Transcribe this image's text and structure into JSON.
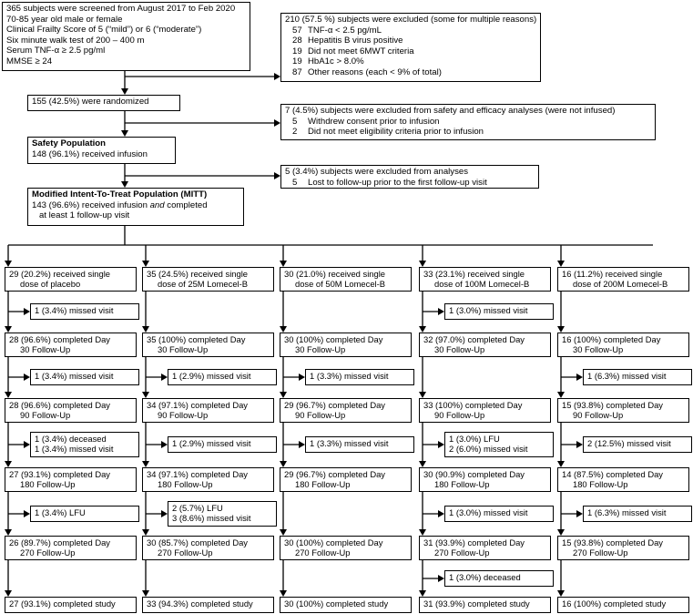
{
  "screening": {
    "lines": [
      "365 subjects were screened from August 2017 to Feb 2020",
      "70-85 year old male or female",
      "Clinical Frailty Score of 5 (“mild”)  or 6 (“moderate”)",
      "Six minute walk test of 200 – 400 m",
      "Serum TNF-α ≥ 2.5 pg/ml",
      "MMSE ≥ 24"
    ]
  },
  "excluded_screen": {
    "title": "210 (57.5 %) subjects were excluded (some for multiple reasons)",
    "items": [
      {
        "n": "57",
        "text": "TNF-α < 2.5 pg/mL"
      },
      {
        "n": "28",
        "text": "Hepatitis B virus positive"
      },
      {
        "n": "19",
        "text": "Did not meet 6MWT criteria"
      },
      {
        "n": "19",
        "text": "HbA1c > 8.0%"
      },
      {
        "n": "87",
        "text": "Other reasons (each < 9% of total)"
      }
    ]
  },
  "randomized": "155 (42.5%) were randomized",
  "excluded_safety": {
    "title": "7 (4.5%) subjects were excluded from safety and efficacy analyses (were not infused)",
    "items": [
      {
        "n": "5",
        "text": "Withdrew consent prior to infusion"
      },
      {
        "n": "2",
        "text": "Did not meet eligibility criteria prior to infusion"
      }
    ]
  },
  "safety": {
    "title": "Safety Population",
    "text": "148 (96.1%) received infusion"
  },
  "excluded_analysis": {
    "title": "5 (3.4%) subjects were excluded from analyses",
    "items": [
      {
        "n": "5",
        "text": "Lost to follow-up prior to the first follow-up visit"
      }
    ]
  },
  "mitt": {
    "title": "Modified Intent-To-Treat Population (MITT)",
    "line1_a": "143 (96.6%) received infusion ",
    "line1_b": "and",
    "line1_c": " completed",
    "line2": "at least 1 follow-up visit"
  },
  "arms": [
    {
      "dose": [
        "29 (20.2%) received single",
        "dose of placebo"
      ],
      "side1": [
        "1 (3.4%) missed visit"
      ],
      "d30": [
        "28 (96.6%) completed Day",
        "30 Follow-Up"
      ],
      "side2": [
        "1 (3.4%) missed visit"
      ],
      "d90": [
        "28 (96.6%) completed Day",
        "90 Follow-Up"
      ],
      "side3": [
        "1 (3.4%) deceased",
        "1 (3.4%) missed visit"
      ],
      "d180": [
        "27 (93.1%) completed Day",
        "180 Follow-Up"
      ],
      "side4": [
        "1 (3.4%) LFU"
      ],
      "d270": [
        "26 (89.7%) completed Day",
        "270 Follow-Up"
      ],
      "side5": [],
      "study": "27 (93.1%) completed study"
    },
    {
      "dose": [
        "35 (24.5%) received single",
        "dose of 25M Lomecel-B"
      ],
      "side1": [],
      "d30": [
        "35 (100%) completed Day",
        "30 Follow-Up"
      ],
      "side2": [
        "1 (2.9%) missed visit"
      ],
      "d90": [
        "34 (97.1%) completed Day",
        "90 Follow-Up"
      ],
      "side3": [
        "1 (2.9%) missed visit"
      ],
      "d180": [
        "34 (97.1%) completed Day",
        "180 Follow-Up"
      ],
      "side4": [
        "2 (5.7%) LFU",
        "3 (8.6%) missed visit"
      ],
      "d270": [
        "30 (85.7%) completed Day",
        "270 Follow-Up"
      ],
      "side5": [],
      "study": "33 (94.3%) completed  study"
    },
    {
      "dose": [
        "30 (21.0%) received single",
        "dose of 50M Lomecel-B"
      ],
      "side1": [],
      "d30": [
        "30 (100%) completed Day",
        "30 Follow-Up"
      ],
      "side2": [
        "1 (3.3%) missed visit"
      ],
      "d90": [
        "29 (96.7%) completed Day",
        "90 Follow-Up"
      ],
      "side3": [
        "1 (3.3%) missed visit"
      ],
      "d180": [
        "29 (96.7%) completed Day",
        "180 Follow-Up"
      ],
      "side4": [],
      "d270": [
        "30 (100%) completed Day",
        "270 Follow-Up"
      ],
      "side5": [],
      "study": "30 (100%) completed  study"
    },
    {
      "dose": [
        "33 (23.1%) received single",
        "dose of 100M Lomecel-B"
      ],
      "side1": [
        "1 (3.0%) missed visit"
      ],
      "d30": [
        "32 (97.0%) completed Day",
        "30 Follow-Up"
      ],
      "side2": [],
      "d90": [
        "33 (100%) completed Day",
        "90 Follow-Up"
      ],
      "side3": [
        "1 (3.0%) LFU",
        "2 (6.0%) missed visit"
      ],
      "d180": [
        "30 (90.9%) completed Day",
        "180 Follow-Up"
      ],
      "side4": [
        "1 (3.0%) missed visit"
      ],
      "d270": [
        "31 (93.9%) completed Day",
        "270 Follow-Up"
      ],
      "side5": [
        "1 (3.0%) deceased"
      ],
      "study": "31 (93.9%) completed  study"
    },
    {
      "dose": [
        "16 (11.2%) received single",
        "dose of 200M Lomecel-B"
      ],
      "side1": [],
      "d30": [
        "16 (100%) completed Day",
        "30 Follow-Up"
      ],
      "side2": [
        "1 (6.3%) missed visit"
      ],
      "d90": [
        "15 (93.8%) completed Day",
        "90 Follow-Up"
      ],
      "side3": [
        "2 (12.5%) missed visit"
      ],
      "d180": [
        "14 (87.5%) completed Day",
        "180 Follow-Up"
      ],
      "side4": [
        "1 (6.3%) missed visit"
      ],
      "d270": [
        "15 (93.8%) completed Day",
        "270 Follow-Up"
      ],
      "side5": [],
      "study": "16 (100%) completed  study"
    }
  ]
}
